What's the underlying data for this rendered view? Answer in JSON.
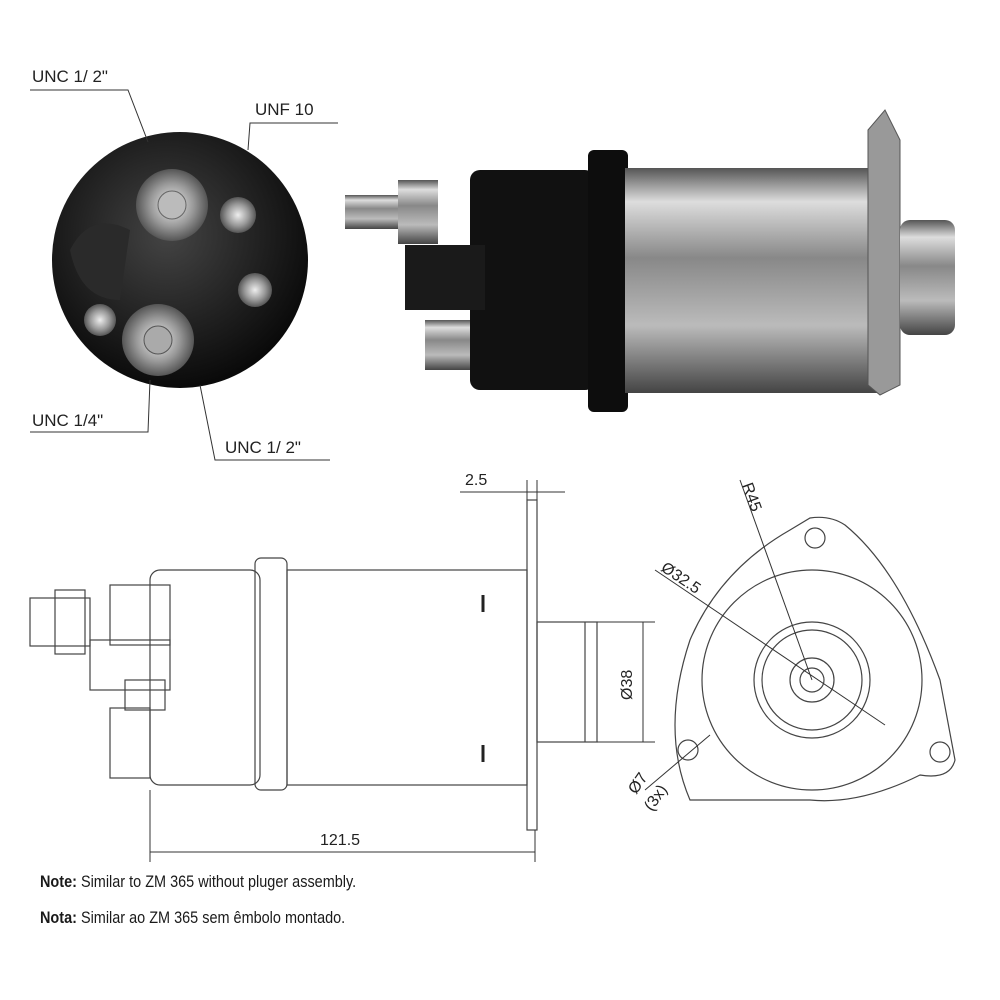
{
  "photo_labels": {
    "top_left": "UNC 1/ 2\"",
    "top_right": "UNF 10",
    "bottom_left": "UNC 1/4\"",
    "bottom_right": "UNC 1/ 2\""
  },
  "dimensions": {
    "flange_thickness": "2.5",
    "length": "121.5",
    "nose_diameter": "Ø38",
    "bore_diameter": "Ø32.5",
    "radius": "R45",
    "hole_diameter": "Ø7",
    "hole_count": "(3x)"
  },
  "notes": [
    {
      "label": "Note:",
      "text": "Similar to ZM 365 without pluger assembly."
    },
    {
      "label": "Nota:",
      "text": "Similar ao ZM 365 sem êmbolo montado."
    }
  ]
}
